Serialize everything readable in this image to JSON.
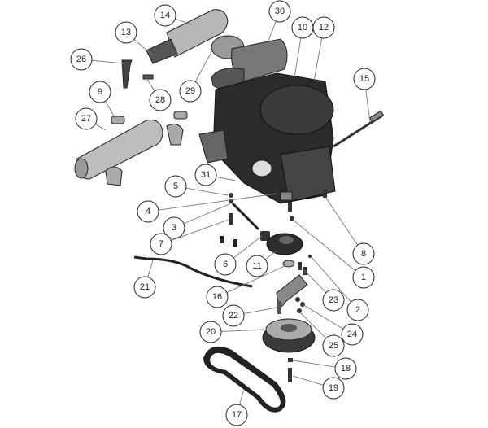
{
  "diagram": {
    "type": "exploded-parts-diagram",
    "callouts": [
      "14",
      "13",
      "30",
      "10",
      "12",
      "26",
      "15",
      "9",
      "28",
      "29",
      "27",
      "31",
      "5",
      "4",
      "3",
      "7",
      "6",
      "11",
      "8",
      "1",
      "21",
      "16",
      "23",
      "2",
      "22",
      "24",
      "20",
      "25",
      "18",
      "19",
      "17"
    ]
  },
  "colors": {
    "part_dark": "#2b2b2b",
    "part_mid": "#6a6a6a",
    "part_light": "#c8c8c8",
    "outline": "#222222"
  }
}
